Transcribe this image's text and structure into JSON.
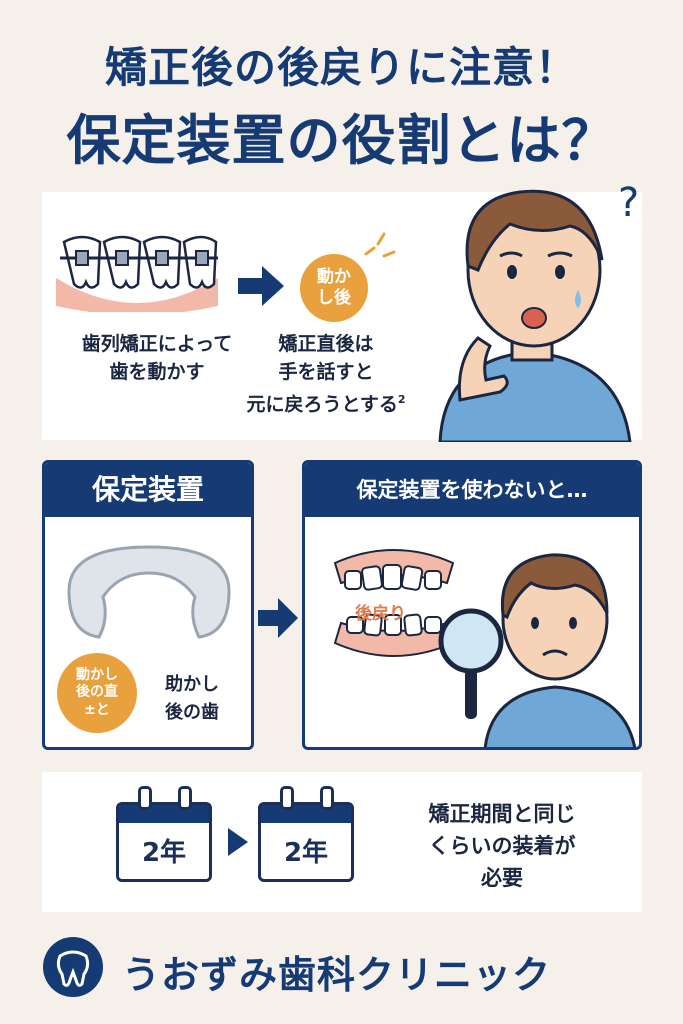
{
  "header": {
    "line1": "矯正後の後戻りに注意！",
    "line2": "保定装置の役割とは？"
  },
  "top": {
    "caption_left_1": "歯列矯正によって",
    "caption_left_2": "歯を動かす",
    "bubble_1": "動か",
    "bubble_2": "し後",
    "caption_right_1": "矯正直後は",
    "caption_right_2": "手を話すと",
    "caption_right_3": "元に戻ろうとする",
    "footnote": "2",
    "question_mark": "?"
  },
  "retainer_box": {
    "title": "保定装置",
    "bubble_1": "動かし",
    "bubble_2": "後の直",
    "bubble_3": "±と",
    "label_1": "助かし",
    "label_2": "後の歯"
  },
  "without_box": {
    "title": "保定装置を使わないと…",
    "relapse_label": "後戻り"
  },
  "duration": {
    "cal1": "2年",
    "cal2": "2年",
    "text_1": "矯正期間と同じ",
    "text_2": "くらいの装着が",
    "text_3": "必要"
  },
  "footer": {
    "clinic_name": "うおずみ歯科クリニック"
  },
  "colors": {
    "navy": "#163a73",
    "orange": "#e9a13e",
    "gum_pink": "#f2b8a8",
    "background": "#f5f1ea"
  }
}
